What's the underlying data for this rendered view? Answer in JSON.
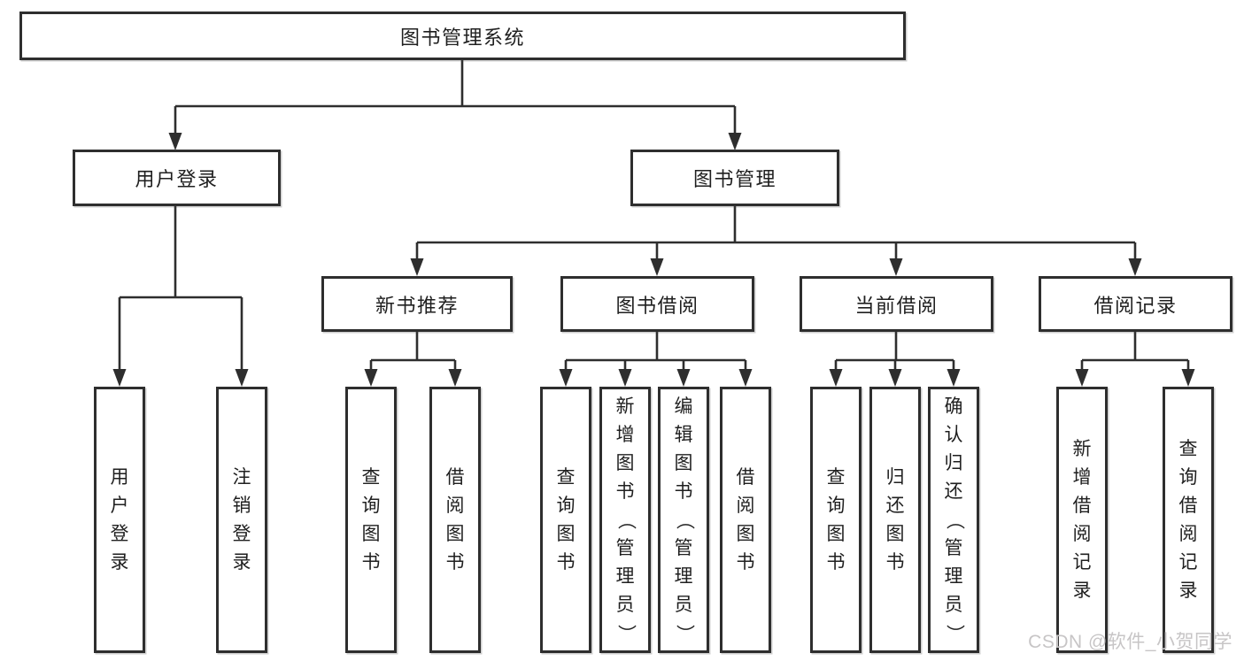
{
  "diagram": {
    "root": {
      "label": "图书管理系统"
    },
    "branches": [
      {
        "label": "用户登录",
        "children": [
          {
            "label": "用户登录"
          },
          {
            "label": "注销登录"
          }
        ]
      },
      {
        "label": "图书管理",
        "children": [
          {
            "label": "新书推荐",
            "children": [
              {
                "label": "查询图书"
              },
              {
                "label": "借阅图书"
              }
            ]
          },
          {
            "label": "图书借阅",
            "children": [
              {
                "label": "查询图书"
              },
              {
                "label": "新增图书（管理员）"
              },
              {
                "label": "编辑图书（管理员）"
              },
              {
                "label": "借阅图书"
              }
            ]
          },
          {
            "label": "当前借阅",
            "children": [
              {
                "label": "查询图书"
              },
              {
                "label": "归还图书"
              },
              {
                "label": "确认归还（管理员）"
              }
            ]
          },
          {
            "label": "借阅记录",
            "children": [
              {
                "label": "新增借阅记录"
              },
              {
                "label": "查询借阅记录"
              }
            ]
          }
        ]
      }
    ]
  },
  "watermark": "CSDN @软件_小贺同学",
  "colors": {
    "line": "#2e2e2e",
    "text": "#1f1f1f",
    "background": "#ffffff",
    "watermark": "#c7c5c6"
  }
}
